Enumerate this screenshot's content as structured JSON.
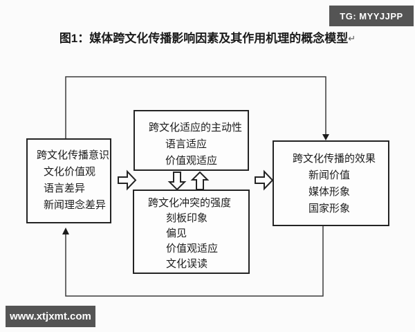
{
  "overlays": {
    "badge": {
      "label": "TG: MYYJJPP",
      "bg": "#545454",
      "color": "#ffffff"
    },
    "watermark": {
      "label": "www.xtjxmt.com",
      "bg": "#545454",
      "color": "#ffffff"
    }
  },
  "figure": {
    "caption": "图1：媒体跨文化传播影响因素及其作用机理的概念模型",
    "return_mark": "↵"
  },
  "diagram": {
    "boxes": {
      "antecedents": {
        "title": "跨文化传播意识",
        "items": [
          "文化价值观",
          "语言差异",
          "新闻理念差异"
        ]
      },
      "adaptation": {
        "title": "跨文化适应的主动性",
        "items": [
          "语言适应",
          "价值观适应"
        ]
      },
      "conflict": {
        "title": "跨文化冲突的强度",
        "items": [
          "刻板印象",
          "偏见",
          "价值观适应",
          "文化误读"
        ]
      },
      "effects": {
        "title": "跨文化传播的效果",
        "items": [
          "新闻价值",
          "媒体形象",
          "国家形象"
        ]
      }
    },
    "connectors": {
      "flow_left_to_middle": "block-arrow-right",
      "flow_middle_to_right": "block-arrow-right",
      "interaction_down": "block-arrow-down",
      "interaction_up": "block-arrow-up",
      "top_loop": "antecedents-top to effects-top, arrow into effects",
      "bottom_loop": "effects-bottom to antecedents-bottom, arrow into antecedents"
    },
    "colors": {
      "line": "#2f2f2f",
      "box_border": "#232323",
      "background": "#fbfbfb"
    }
  }
}
